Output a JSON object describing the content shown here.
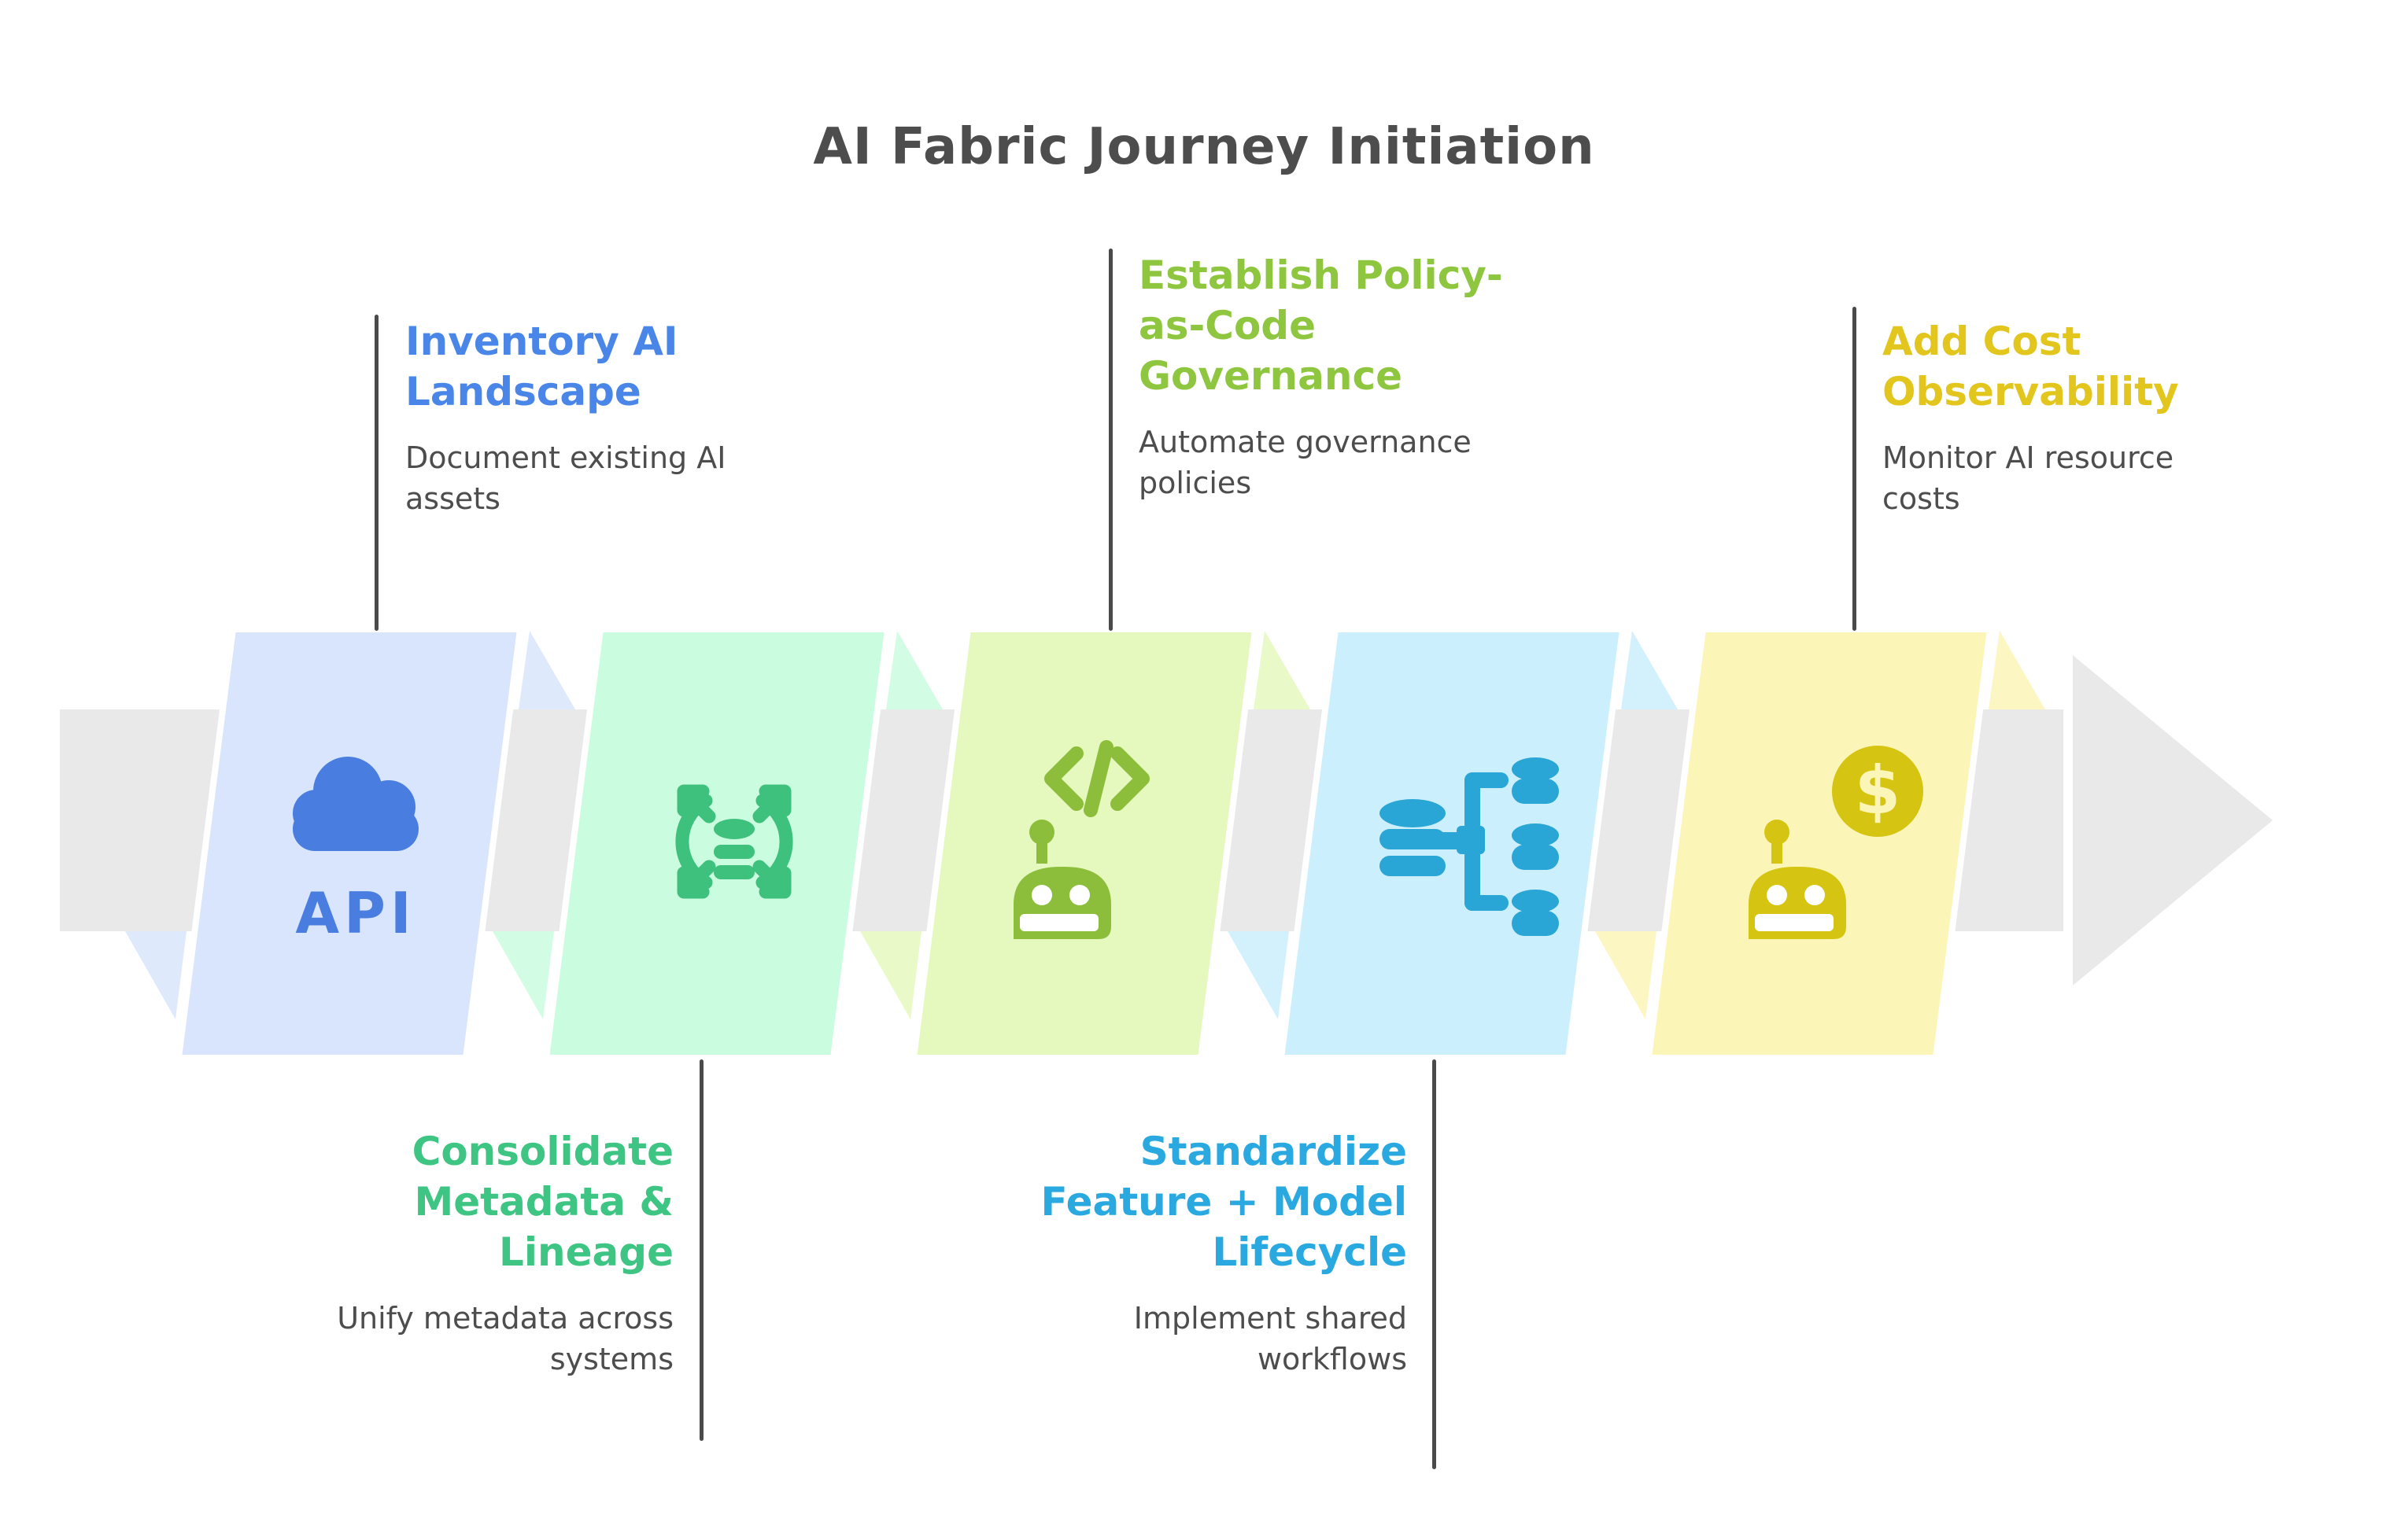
{
  "title": "AI Fabric Journey Initiation",
  "colors": {
    "background": "#ffffff",
    "title_text": "#4d4d4d",
    "description_text": "#4d4d4d",
    "connector": "#4a4a4a",
    "arrow_band": "#e9e9e9"
  },
  "stages": [
    {
      "id": "inventory-ai-landscape",
      "heading": "Inventory AI\nLandscape",
      "description": "Document existing AI\nassets",
      "heading_color": "#4a86e8",
      "panel_color": "#d9e5fc",
      "icon_color": "#4a7de0",
      "icon": "cloud-api-icon",
      "icon_text": "API",
      "label_position": "top"
    },
    {
      "id": "consolidate-metadata-lineage",
      "heading": "Consolidate\nMetadata &\nLineage",
      "description": "Unify metadata across\nsystems",
      "heading_color": "#3ec583",
      "panel_color": "#cafcdf",
      "icon_color": "#3ec17d",
      "icon": "expand-data-icon",
      "label_position": "bottom"
    },
    {
      "id": "establish-policy-as-code-governance",
      "heading": "Establish Policy-\nas-Code\nGovernance",
      "description": "Automate governance\npolicies",
      "heading_color": "#8ec63f",
      "panel_color": "#e5f8be",
      "icon_color": "#8cbe3b",
      "icon": "robot-code-icon",
      "label_position": "top"
    },
    {
      "id": "standardize-feature-model-lifecycle",
      "heading": "Standardize\nFeature + Model\nLifecycle",
      "description": "Implement shared\nworkflows",
      "heading_color": "#29a9df",
      "panel_color": "#cbeffc",
      "icon_color": "#29a5d6",
      "icon": "data-branch-icon",
      "label_position": "bottom"
    },
    {
      "id": "add-cost-observability",
      "heading": "Add Cost\nObservability",
      "description": "Monitor AI resource\ncosts",
      "heading_color": "#e2c51d",
      "panel_color": "#fcf5b8",
      "icon_color": "#d6c413",
      "icon": "robot-dollar-icon",
      "icon_text": "$",
      "label_position": "top"
    }
  ]
}
